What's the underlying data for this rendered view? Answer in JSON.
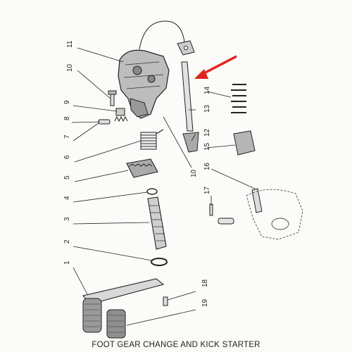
{
  "caption": "FOOT GEAR CHANGE AND KICK STARTER",
  "arrow_color": "#e0231c",
  "part_numbers": {
    "p1": "1",
    "p2": "2",
    "p3": "3",
    "p4": "4",
    "p5": "5",
    "p6": "6",
    "p7": "7",
    "p8": "8",
    "p9": "9",
    "p10a": "10",
    "p10b": "10",
    "p11": "11",
    "p12": "12",
    "p13": "13",
    "p14": "14",
    "p15": "15",
    "p16": "16",
    "p17": "17",
    "p18": "18",
    "p19": "19"
  }
}
